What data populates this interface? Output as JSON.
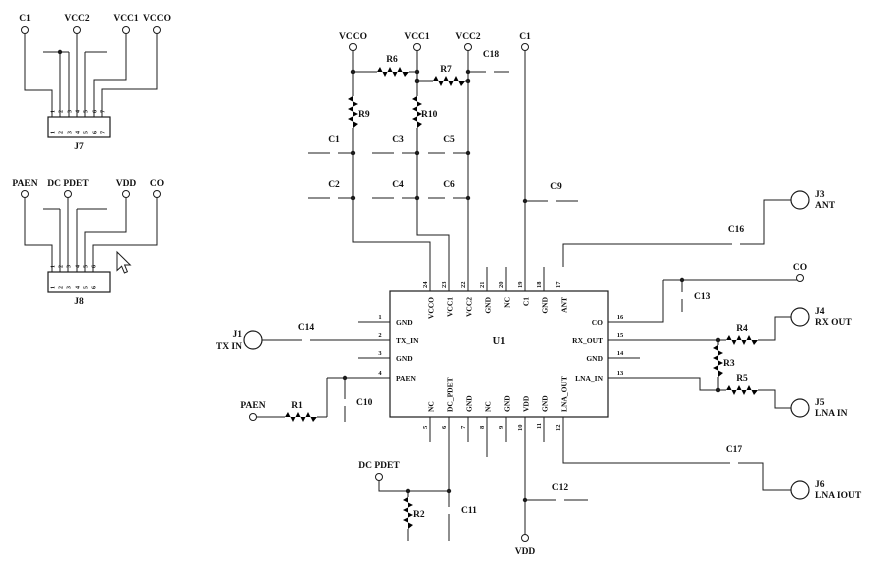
{
  "labels": {
    "c1": "C1",
    "vcc1": "VCC1",
    "vcc2": "VCC2",
    "vcco": "VCCO",
    "paen": "PAEN",
    "dc_pdet": "DC PDET",
    "vdd": "VDD",
    "co": "CO"
  },
  "j7": {
    "ref": "J7",
    "pins": [
      "1",
      "2",
      "3",
      "4",
      "5",
      "6",
      "7"
    ]
  },
  "j8": {
    "ref": "J8",
    "pins": [
      "1",
      "2",
      "3",
      "4",
      "5",
      "6"
    ]
  },
  "resistors": {
    "r1": "R1",
    "r2": "R2",
    "r3": "R3",
    "r4": "R4",
    "r5": "R5",
    "r6": "R6",
    "r7": "R7",
    "r9": "R9",
    "r10": "R10"
  },
  "caps": {
    "c1": "C1",
    "c2": "C2",
    "c3": "C3",
    "c4": "C4",
    "c5": "C5",
    "c6": "C6",
    "c9": "C9",
    "c10": "C10",
    "c11": "C11",
    "c12": "C12",
    "c13": "C13",
    "c14": "C14",
    "c16": "C16",
    "c17": "C17",
    "c18": "C18"
  },
  "ic": {
    "ref": "U1",
    "top": [
      {
        "n": "24",
        "name": "VCCO"
      },
      {
        "n": "23",
        "name": "VCC1"
      },
      {
        "n": "22",
        "name": "VCC2"
      },
      {
        "n": "21",
        "name": "GND"
      },
      {
        "n": "20",
        "name": "NC"
      },
      {
        "n": "19",
        "name": "C1"
      },
      {
        "n": "18",
        "name": "GND"
      },
      {
        "n": "17",
        "name": "ANT"
      }
    ],
    "left": [
      {
        "n": "1",
        "name": "GND"
      },
      {
        "n": "2",
        "name": "TX_IN"
      },
      {
        "n": "3",
        "name": "GND"
      },
      {
        "n": "4",
        "name": "PAEN"
      }
    ],
    "right": [
      {
        "n": "16",
        "name": "CO"
      },
      {
        "n": "15",
        "name": "RX_OUT"
      },
      {
        "n": "14",
        "name": "GND"
      },
      {
        "n": "13",
        "name": "LNA_IN"
      }
    ],
    "bottom": [
      {
        "n": "5",
        "name": "NC"
      },
      {
        "n": "6",
        "name": "DC_PDET"
      },
      {
        "n": "7",
        "name": "GND"
      },
      {
        "n": "8",
        "name": "NC"
      },
      {
        "n": "9",
        "name": "GND"
      },
      {
        "n": "10",
        "name": "VDD"
      },
      {
        "n": "11",
        "name": "GND"
      },
      {
        "n": "12",
        "name": "LNA_OUT"
      }
    ]
  },
  "ports": {
    "j1": {
      "ref": "J1",
      "label": "TX IN"
    },
    "j3": {
      "ref": "J3",
      "label": "ANT"
    },
    "j4": {
      "ref": "J4",
      "label": "RX OUT"
    },
    "j5": {
      "ref": "J5",
      "label": "LNA IN"
    },
    "j6": {
      "ref": "J6",
      "label": "LNA IOUT"
    }
  }
}
